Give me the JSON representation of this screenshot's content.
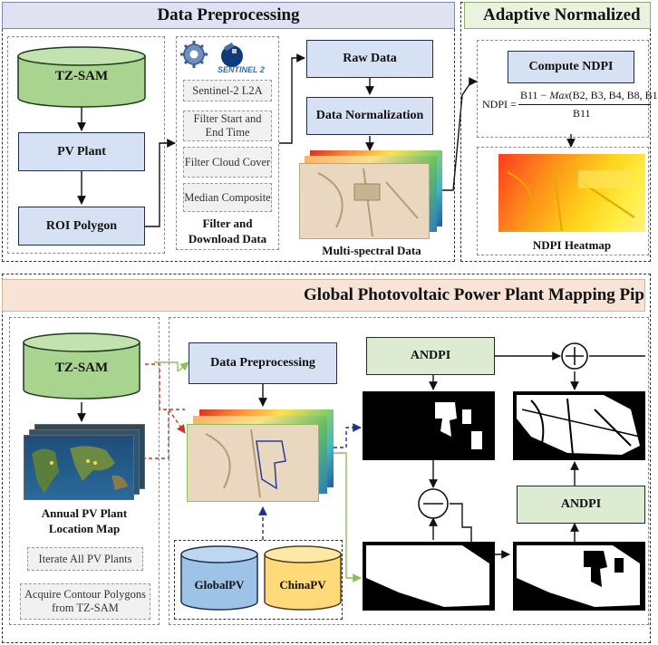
{
  "top_left": {
    "header": "Data Preprocessing",
    "tzsam": "TZ-SAM",
    "pv_plant": "PV Plant",
    "roi_polygon": "ROI Polygon",
    "sentinel_logo": "SENTINEL 2",
    "filter_steps": [
      "Sentinel-2 L2A",
      "Filter Start and End Time",
      "Filter Cloud Cover",
      "Median Composite"
    ],
    "filter_caption": "Filter and Download Data",
    "raw_data": "Raw Data",
    "normalization": "Data Normalization",
    "ms_caption": "Multi-spectral Data"
  },
  "top_right": {
    "header": "Adaptive Normalized",
    "compute": "Compute NDPI",
    "formula_lhs": "NDPI =",
    "formula_num_pre": "B11 − ",
    "formula_num_max": "Max",
    "formula_num_args": "(B2, B3, B4, B8, B1",
    "formula_den": "B11",
    "heatmap_caption": "NDPI Heatmap"
  },
  "bottom": {
    "header": "Global Photovoltaic Power Plant Mapping Pip",
    "tzsam": "TZ-SAM",
    "map_caption": "Annual PV Plant Location Map",
    "iterate": "Iterate All PV Plants",
    "acquire": "Acquire Contour Polygons from TZ-SAM",
    "preprocess": "Data Preprocessing",
    "globalpv": "GlobalPV",
    "chinapv": "ChinaPV",
    "andpi_top": "ANDPI",
    "andpi_right": "ANDPI"
  },
  "colors": {
    "blue_box": "#d6e2f3",
    "green_box": "#dcebd2",
    "cyl_green": "#9fcf87",
    "cyl_blue": "#9dc3e6",
    "cyl_yellow": "#ffd97a",
    "arrow_blue": "#1f2f8f",
    "arrow_red": "#c0392b",
    "arrow_green": "#8fbf5a"
  },
  "icons": [
    "gear-icon",
    "satellite-icon",
    "plus-circle-icon",
    "minus-circle-icon"
  ]
}
